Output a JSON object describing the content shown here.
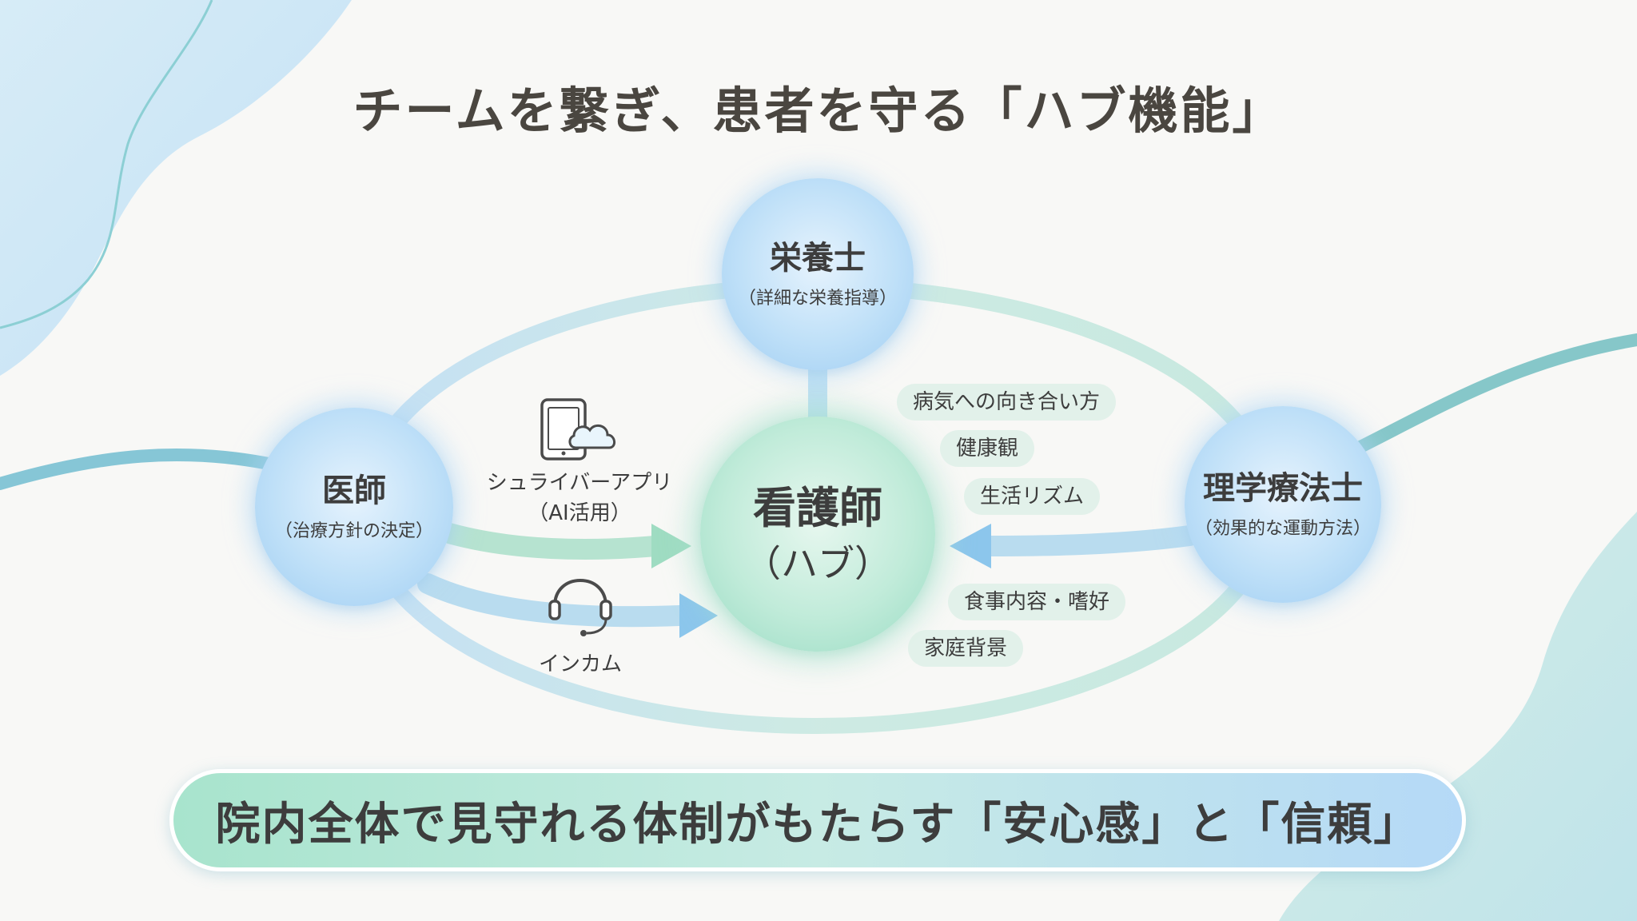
{
  "title": "チームを繋ぎ、患者を守る「ハブ機能」",
  "nodes": {
    "nutritionist": {
      "name": "栄養士",
      "sub": "（詳細な栄養指導）"
    },
    "doctor": {
      "name": "医師",
      "sub": "（治療方針の決定）"
    },
    "nurse": {
      "name": "看護師",
      "sub": "（ハブ）"
    },
    "therapist": {
      "name": "理学療法士",
      "sub": "（効果的な運動方法）"
    }
  },
  "tools": {
    "app": {
      "label_line1": "シュライバーアプリ",
      "label_line2": "（AI活用）",
      "icon": "tablet-cloud-icon"
    },
    "intercom": {
      "label": "インカム",
      "icon": "headset-icon"
    }
  },
  "info_tags": [
    "病気への向き合い方",
    "健康観",
    "生活リズム",
    "食事内容・嗜好",
    "家庭背景"
  ],
  "banner": {
    "text": "院内全体で見守れる体制がもたらす「安心感」と「信頼」"
  },
  "colors": {
    "blue_node": "#bfe0f8",
    "green_node": "#c0ebd9",
    "link_blue": "#b9ddf4",
    "link_green": "#bfe7d8",
    "arrow_green": "#a8e0c8",
    "arrow_blue": "#8cc6ec",
    "wave": "#7fc3cf"
  }
}
